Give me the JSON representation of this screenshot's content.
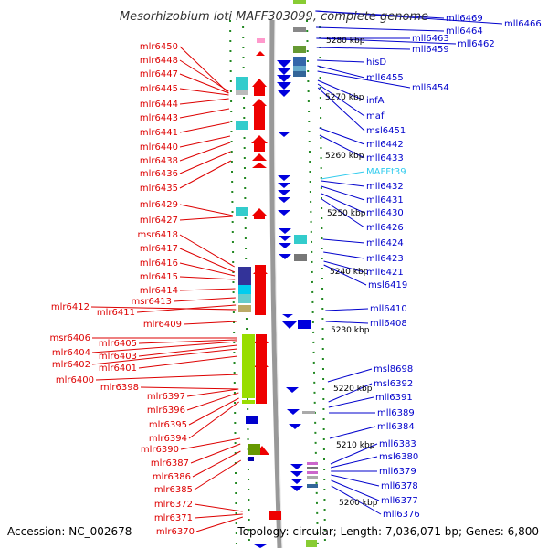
{
  "title": "Mesorhizobium loti MAFF303099, complete genome",
  "accession": "Accession: NC_002678",
  "topology": "Topology: circular; Length: 7,036,071 bp; Genes: 6,800",
  "colors": {
    "left_label": "#dd0000",
    "right_label": "#0000cc",
    "trna_label": "#33ccee",
    "backbone": "#999999",
    "tick": "#228822"
  },
  "kbp_labels": [
    "5280 kbp",
    "5270 kbp",
    "5260 kbp",
    "5250 kbp",
    "5240 kbp",
    "5230 kbp",
    "5220 kbp",
    "5210 kbp",
    "5200 kbp"
  ],
  "left_genes": [
    "mlr6450",
    "mlr6448",
    "mlr6447",
    "mlr6445",
    "mlr6444",
    "mlr6443",
    "mlr6441",
    "mlr6440",
    "mlr6438",
    "mlr6436",
    "mlr6435",
    "mlr6429",
    "mlr6427",
    "msr6418",
    "mlr6417",
    "mlr6416",
    "mlr6415",
    "mlr6414",
    "msr6413",
    "mlr6412",
    "mlr6411",
    "mlr6409",
    "msr6406",
    "mlr6405",
    "mlr6404",
    "mlr6403",
    "mlr6402",
    "mlr6401",
    "mlr6400",
    "mlr6398",
    "mlr6397",
    "mlr6396",
    "mlr6395",
    "mlr6394",
    "mlr6390",
    "mlr6387",
    "mlr6386",
    "mlr6385",
    "mlr6372",
    "mlr6371",
    "mlr6370"
  ],
  "right_genes": [
    "mll6469",
    "mll6466",
    "mll6464",
    "mll6463",
    "mll6462",
    "mll6459",
    "hisD",
    "mll6455",
    "mll6454",
    "infA",
    "maf",
    "msl6451",
    "mll6442",
    "mll6433",
    "MAFFt39",
    "mll6432",
    "mll6431",
    "mll6430",
    "mll6426",
    "mll6424",
    "mll6423",
    "mll6421",
    "msl6419",
    "mll6410",
    "mll6408",
    "msl8698",
    "msl6392",
    "mll6391",
    "mll6389",
    "mll6384",
    "mll6383",
    "msl6380",
    "mll6379",
    "mll6378",
    "mll6377",
    "mll6376"
  ]
}
